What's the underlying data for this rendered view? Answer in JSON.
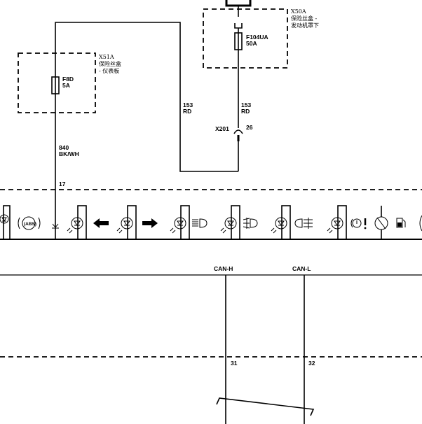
{
  "fuse_box_left": {
    "id": "X51A",
    "line1": "保险丝盒",
    "line2": "- 仪表板"
  },
  "fuse_box_right": {
    "id": "X50A",
    "line1": "保险丝盒 -",
    "line2": "发动机罩下"
  },
  "fuse_f8d": {
    "name": "F8D",
    "rating": "5A"
  },
  "fuse_f104ua": {
    "name": "F104UA",
    "rating": "50A"
  },
  "wire_left": {
    "gauge": "153",
    "color": "RD"
  },
  "wire_right": {
    "gauge": "153",
    "color": "RD"
  },
  "connector_x201": {
    "name": "X201",
    "pin": "26"
  },
  "wire_840": {
    "gauge": "840",
    "color": "BK/WH"
  },
  "pin_17": "17",
  "can_h": {
    "label": "CAN-H",
    "pin": "31"
  },
  "can_l": {
    "label": "CAN-L",
    "pin": "32"
  },
  "indicators": [
    {
      "name": "abs",
      "text": "(ABS)"
    },
    {
      "name": "turn-left"
    },
    {
      "name": "turn-right"
    },
    {
      "name": "high-beam"
    },
    {
      "name": "front-fog"
    },
    {
      "name": "rear-fog"
    },
    {
      "name": "brake-warning"
    },
    {
      "name": "oil-pressure"
    },
    {
      "name": "fuel"
    }
  ]
}
